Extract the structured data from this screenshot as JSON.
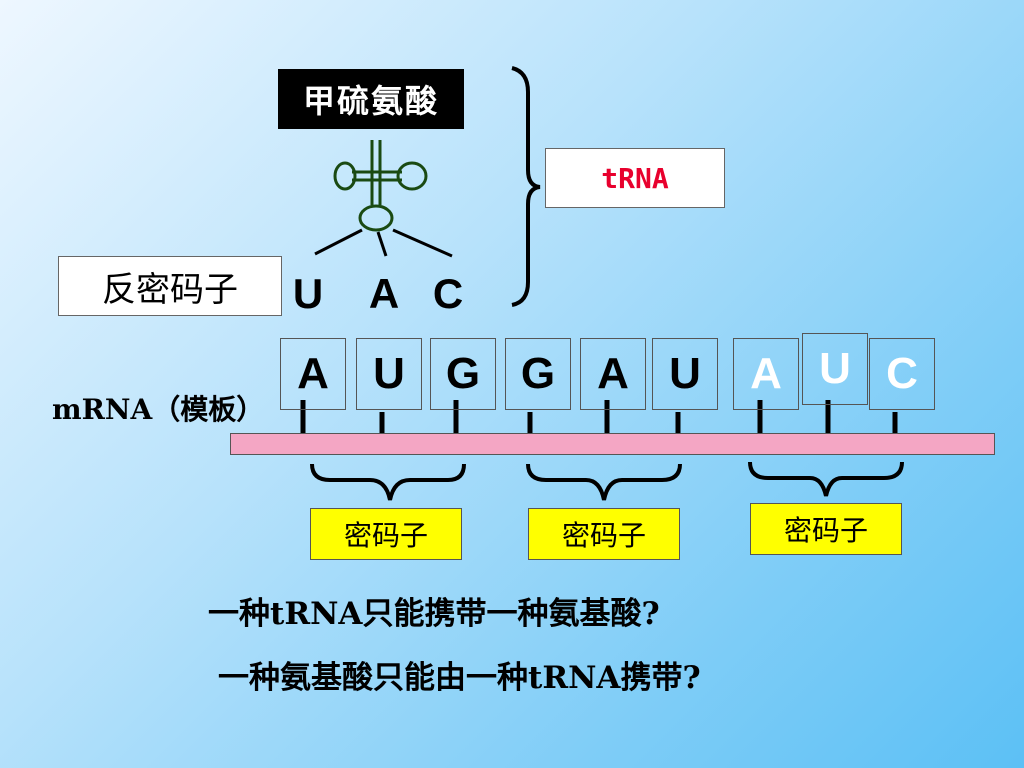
{
  "amino_acid": "甲硫氨酸",
  "trna_label": "tRNA",
  "anticodon_label": "反密码子",
  "anticodon_bases": [
    "U",
    "A",
    "C"
  ],
  "mrna_label": "mRNA（模板）",
  "mrna_bases": [
    {
      "letter": "A",
      "color": "#000000"
    },
    {
      "letter": "U",
      "color": "#000000"
    },
    {
      "letter": "G",
      "color": "#000000"
    },
    {
      "letter": "G",
      "color": "#000000"
    },
    {
      "letter": "A",
      "color": "#000000"
    },
    {
      "letter": "U",
      "color": "#000000"
    },
    {
      "letter": "A",
      "color": "#ffffff"
    },
    {
      "letter": "U",
      "color": "#ffffff"
    },
    {
      "letter": "C",
      "color": "#ffffff"
    }
  ],
  "codon_labels": [
    "密码子",
    "密码子",
    "密码子"
  ],
  "questions": [
    "一种tRNA只能携带一种氨基酸?",
    "一种氨基酸只能由一种tRNA携带?"
  ],
  "colors": {
    "trna_text": "#e8002d",
    "strand": "#f4a6c4",
    "codon_box": "#ffff00",
    "trna_stroke": "#1a4a12"
  }
}
